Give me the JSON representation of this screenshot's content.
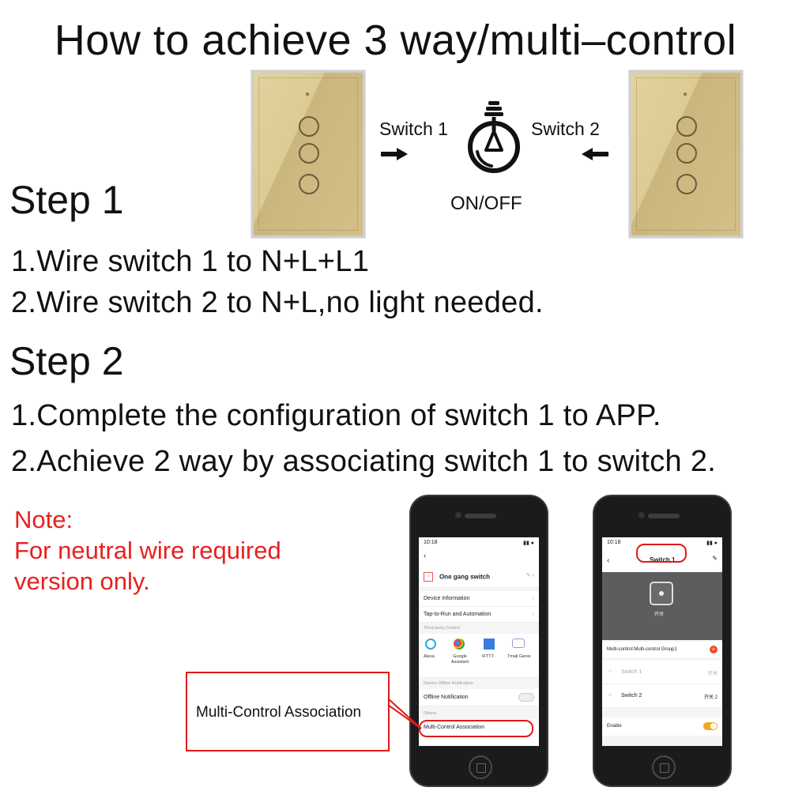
{
  "title": "How to achieve 3 way/multi–control",
  "diagram": {
    "switch1_label": "Switch 1",
    "switch2_label": "Switch 2",
    "onoff_label": "ON/OFF"
  },
  "step1": {
    "heading": "Step 1",
    "lines": [
      "1.Wire switch 1 to N+L+L1",
      "2.Wire switch 2 to N+L,no light needed."
    ]
  },
  "step2": {
    "heading": "Step 2",
    "lines": [
      "1.Complete the configuration of switch 1 to APP.",
      "2.Achieve 2 way by associating switch 1 to switch 2."
    ]
  },
  "note": {
    "label": "Note:",
    "lines": [
      "For neutral wire required",
      "version only."
    ]
  },
  "callout_label": "Multi-Control Association",
  "phone1": {
    "time": "10:18",
    "device_name": "One gang switch",
    "rows": {
      "device_info": "Device Information",
      "tap_to_run": "Tap-to-Run and Automation",
      "third_party": "Third-party Control",
      "offline_section": "Device Offline Notification",
      "offline_notification": "Offline Notification",
      "others": "Others",
      "multi_control": "Multi-Control Association"
    },
    "third_party_items": [
      "Alexa",
      "Google Assistant",
      "IFTTT",
      "Tmall Genie"
    ]
  },
  "phone2": {
    "time": "10:18",
    "title": "Switch 1",
    "device_caption": "开关",
    "group_label": "Multi-control:Multi-control Group1",
    "items": [
      {
        "name": "Switch 1",
        "value": "开关"
      },
      {
        "name": "Switch 2",
        "value": "开关 2"
      }
    ],
    "enable_label": "Enable"
  },
  "colors": {
    "note_red": "#e8201e",
    "panel_gold": "#d8c48e",
    "toggle_on": "#f5a623"
  }
}
